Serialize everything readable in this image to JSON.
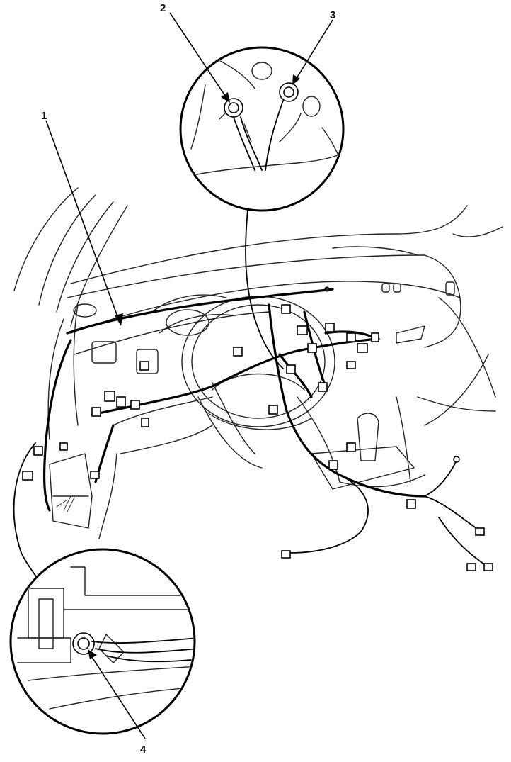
{
  "callouts": [
    {
      "id": "1",
      "label": "1"
    },
    {
      "id": "2",
      "label": "2"
    },
    {
      "id": "3",
      "label": "3"
    },
    {
      "id": "4",
      "label": "4"
    }
  ],
  "detail_views": [
    {
      "name": "upper-ground-detail",
      "shows_callouts": [
        "2",
        "3"
      ]
    },
    {
      "name": "lower-ground-detail",
      "shows_callouts": [
        "4"
      ]
    }
  ]
}
